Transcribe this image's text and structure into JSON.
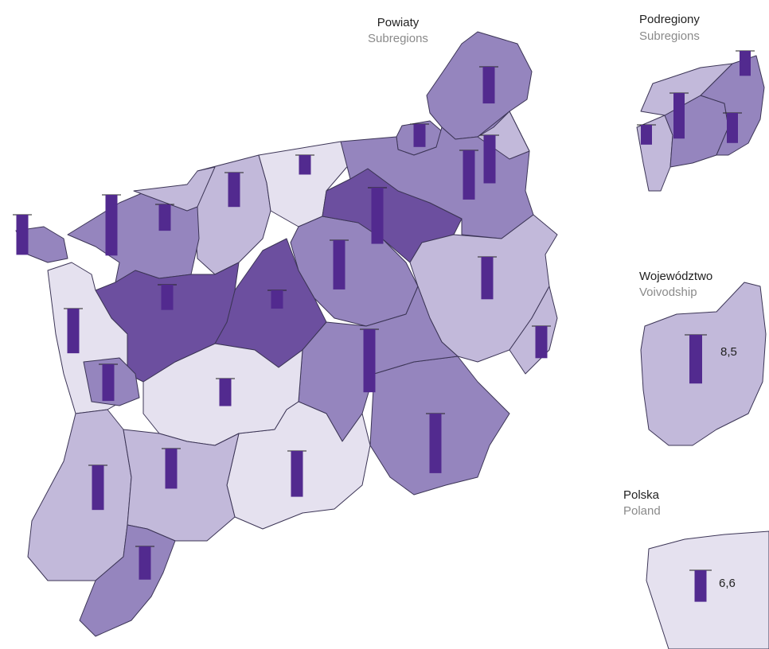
{
  "palette": {
    "bar": "#522a8f",
    "class1": "#e5e1ef",
    "class2": "#c2b9da",
    "class3": "#9585be",
    "class4": "#6c4f9f",
    "outline": "#3c3556",
    "reference_line": "#222222"
  },
  "panels": {
    "powiaty": {
      "title_pl": "Powiaty",
      "title_en": "Subregions"
    },
    "podregiony": {
      "title_pl": "Podregiony",
      "title_en": "Subregions"
    },
    "wojewodztwo": {
      "title_pl": "Województwo",
      "title_en": "Voivodship",
      "value_label": "8,5"
    },
    "polska": {
      "title_pl": "Polska",
      "title_en": "Poland",
      "value_label": "6,6"
    }
  },
  "chart_data": {
    "type": "choropleth-bar-map",
    "reference_value": 6.6,
    "reference_label": "6,6",
    "powiaty": [
      {
        "value": 6.4,
        "class": 3
      },
      {
        "value": 4.0,
        "class": 3
      },
      {
        "value": 6.0,
        "class": 2
      },
      {
        "value": 3.4,
        "class": 1
      },
      {
        "value": 4.6,
        "class": 3
      },
      {
        "value": 3.2,
        "class": 4
      },
      {
        "value": 8.6,
        "class": 3
      },
      {
        "value": 9.8,
        "class": 4
      },
      {
        "value": 8.6,
        "class": 3
      },
      {
        "value": 7.4,
        "class": 2
      },
      {
        "value": 10.4,
        "class": 3
      },
      {
        "value": 11.0,
        "class": 3
      },
      {
        "value": 8.0,
        "class": 1
      },
      {
        "value": 4.8,
        "class": 1
      },
      {
        "value": 4.4,
        "class": 4
      },
      {
        "value": 7.8,
        "class": 1
      },
      {
        "value": 6.4,
        "class": 3
      },
      {
        "value": 7.8,
        "class": 2
      },
      {
        "value": 7.0,
        "class": 2
      },
      {
        "value": 5.8,
        "class": 3
      },
      {
        "value": 7.0,
        "class": 3
      },
      {
        "value": 10.6,
        "class": 2
      },
      {
        "value": 8.4,
        "class": 2
      },
      {
        "value": 5.6,
        "class": 2
      }
    ],
    "podregiony": [
      {
        "value": 4.6,
        "class": 2
      },
      {
        "value": 10.6,
        "class": 3
      },
      {
        "value": 5.8,
        "class": 3
      },
      {
        "value": 7.0,
        "class": 2
      }
    ],
    "wojewodztwo": {
      "value": 8.5,
      "label": "8,5"
    },
    "polska": {
      "value": 6.6,
      "label": "6,6"
    }
  }
}
